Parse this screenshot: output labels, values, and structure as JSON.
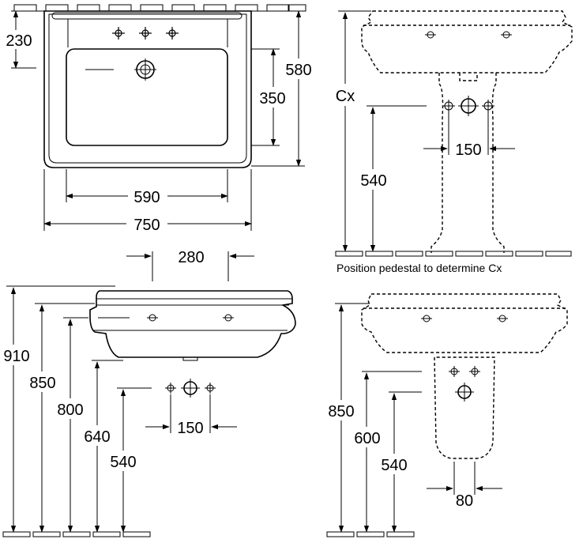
{
  "top_view": {
    "depth_tap_label": "230",
    "depth_total_label": "580",
    "bowl_depth_label": "350",
    "bowl_width_label": "590",
    "total_width_label": "750"
  },
  "pedestal_front": {
    "cx_label": "Cx",
    "height_label": "540",
    "pipe_spacing_label": "150",
    "note": "Position pedestal to determine Cx"
  },
  "side_view": {
    "top_width_label": "280",
    "h910": "910",
    "h850": "850",
    "h800": "800",
    "h640": "640",
    "h540": "540",
    "pipe_spacing_label": "150"
  },
  "semi_pedestal": {
    "h850": "850",
    "h600": "600",
    "h540": "540",
    "width_label": "80"
  },
  "colors": {
    "line": "#000000",
    "background": "#ffffff"
  }
}
